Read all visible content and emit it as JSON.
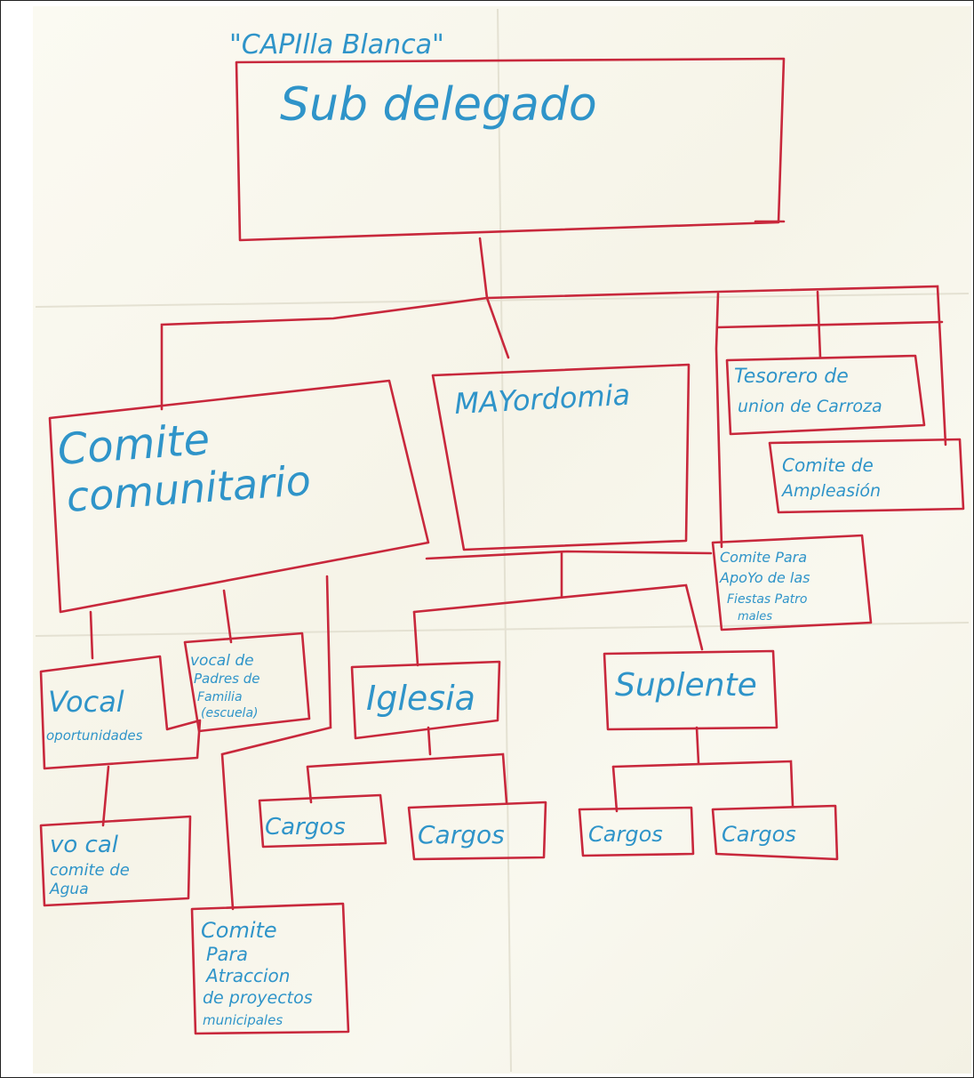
{
  "header": "\"CAPIlla Blanca\"",
  "nodes": {
    "subdelegado": "Sub delegado",
    "comite_comunitario_1": "Comite",
    "comite_comunitario_2": "comunitario",
    "mayordomia": "MAYordomia",
    "tesorero_1": "Tesorero de",
    "tesorero_2": "union de Carroza",
    "ampleacion_1": "Comite de",
    "ampleacion_2": "Ampleasión",
    "apoyo_1": "Comite Para",
    "apoyo_2": "ApoYo de las",
    "apoyo_3": "Fiestas Patro",
    "apoyo_4": "males",
    "vocal_oport_1": "Vocal",
    "vocal_oport_2": "oportunidades",
    "vocal_padres_1": "vocal de",
    "vocal_padres_2": "Padres de",
    "vocal_padres_3": "Familia",
    "vocal_padres_4": "(escuela)",
    "iglesia": "Iglesia",
    "suplente": "Suplente",
    "vocal_agua_1": "vo cal",
    "vocal_agua_2": "comite de",
    "vocal_agua_3": "Agua",
    "cargos_1": "Cargos",
    "cargos_2": "Cargos",
    "cargos_3": "Cargos",
    "cargos_4": "Cargos",
    "atraccion_1": "Comite",
    "atraccion_2": "Para",
    "atraccion_3": "Atraccion",
    "atraccion_4": "de proyectos",
    "atraccion_5": "municipales"
  },
  "colors": {
    "ink_text": "#2f94c9",
    "ink_lines": "#c8283c",
    "paper": "#f8f6ec"
  }
}
